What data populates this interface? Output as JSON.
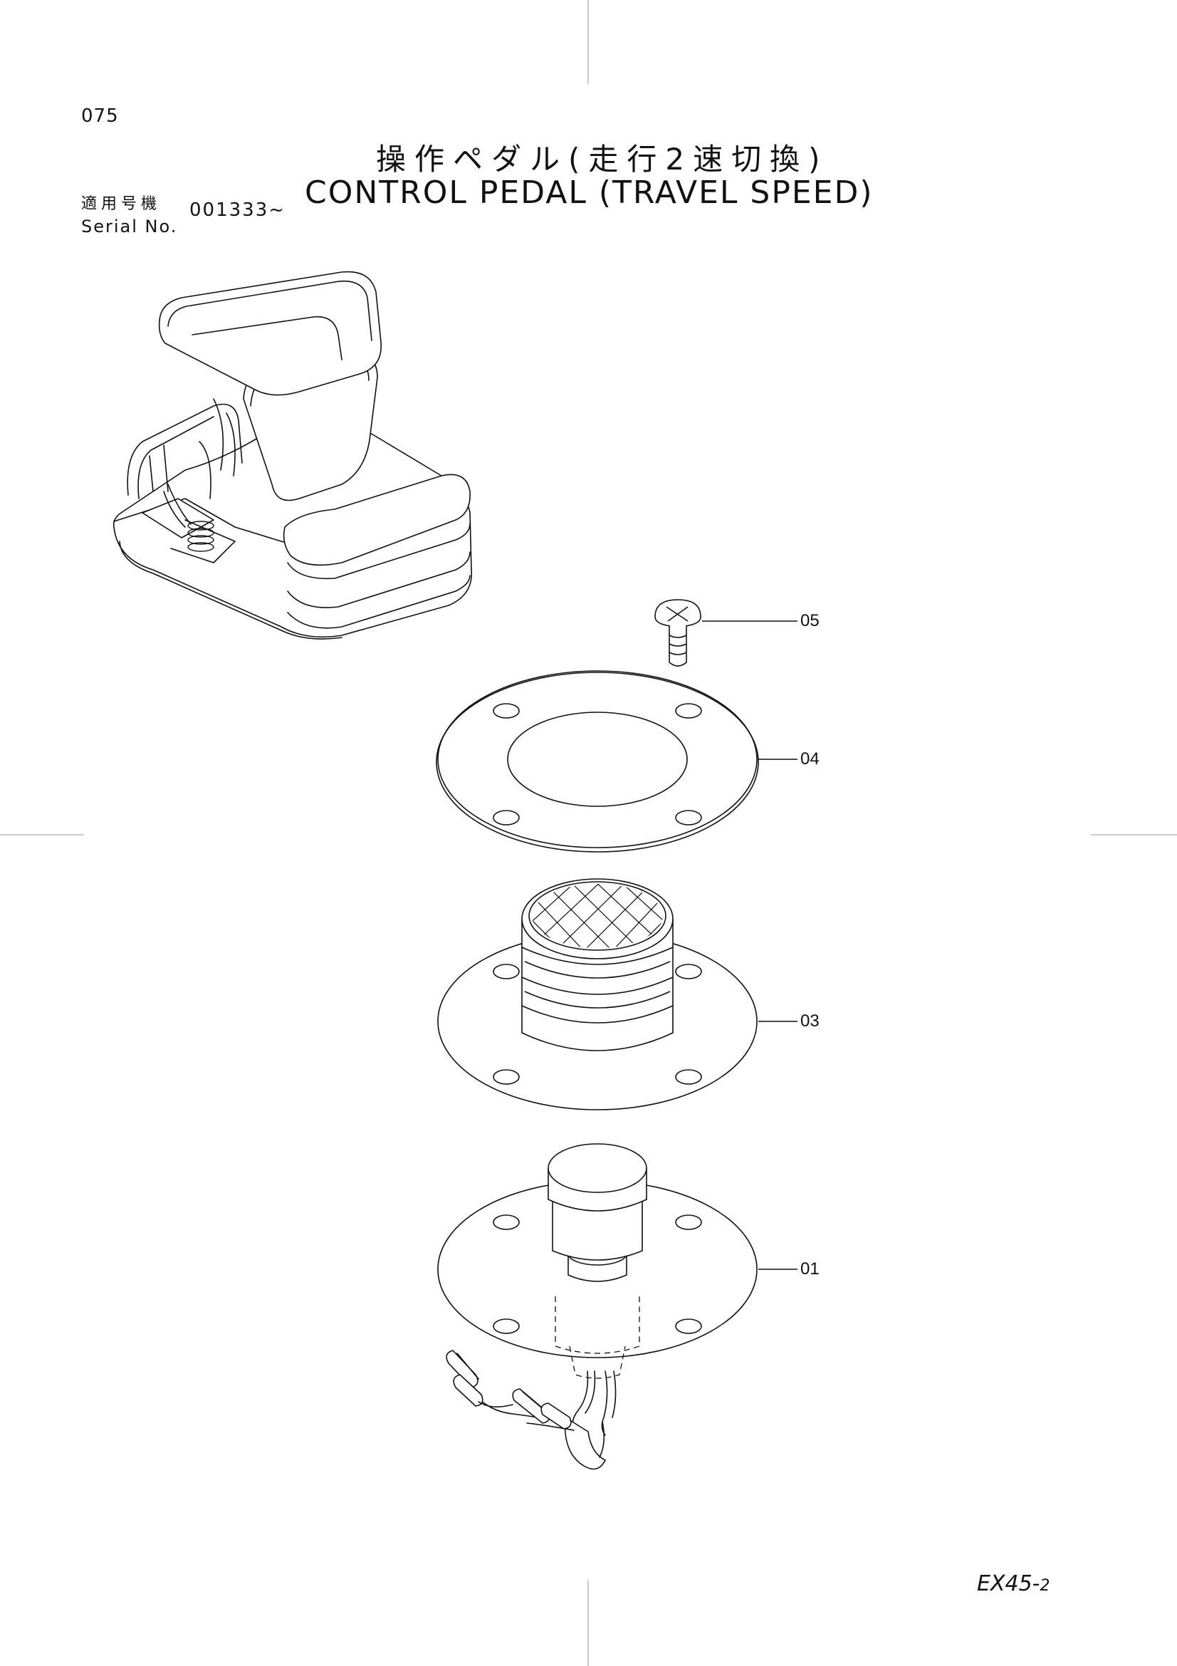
{
  "page": {
    "number": "075",
    "title_jp": "操作ペダル(走行2速切換)",
    "title_en": "CONTROL PEDAL (TRAVEL SPEED)",
    "serial_label_jp": "適用号機",
    "serial_label_en": "Serial No.",
    "serial_number": "001333~",
    "model_code": "EX45-",
    "model_code_sub": "2"
  },
  "callouts": [
    {
      "id": "05",
      "label": "05"
    },
    {
      "id": "04",
      "label": "04"
    },
    {
      "id": "03",
      "label": "03"
    },
    {
      "id": "01",
      "label": "01"
    }
  ],
  "colors": {
    "line": "#111111",
    "background": "#ffffff",
    "registration_marks": "#bbbbbb"
  }
}
